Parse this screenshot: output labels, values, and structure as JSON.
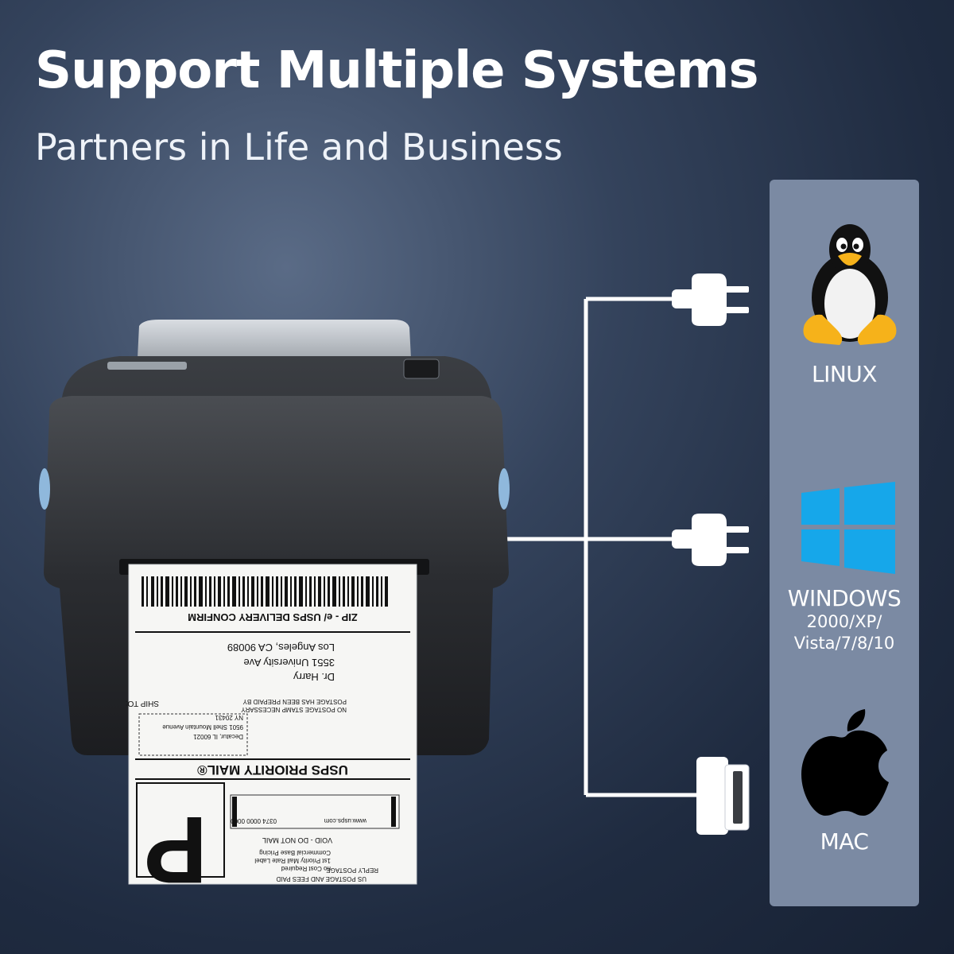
{
  "headline": "Support Multiple Systems",
  "subheadline": "Partners in Life and Business",
  "os_list": [
    {
      "name": "LINUX",
      "icon": "tux-penguin-icon"
    },
    {
      "name": "WINDOWS",
      "versions_line1": "2000/XP/",
      "versions_line2": "Vista/7/8/10",
      "icon": "windows-logo-icon"
    },
    {
      "name": "MAC",
      "icon": "apple-logo-icon"
    }
  ],
  "shipping_label": {
    "top_line": "ZIP - e/ USPS DELIVERY CONFIRM",
    "ship_to": "SHIP TO:",
    "notice1": "POSTAGE HAS BEEN PREPAID BY",
    "notice2": "NO POSTAGE STAMP NECESSARY",
    "name": "Dr. Harry",
    "street": "3551 University Ave",
    "city": "Los Angeles, CA 90089",
    "from1": "Decatur, IL 60021",
    "from2": "9501 Shell Mountain Avenue",
    "from3": "NY 20431",
    "priority": "USPS PRIORITY MAIL®",
    "big_letter": "P",
    "void": "VOID - DO NOT MAIL",
    "line_a": "www.usps.com",
    "line_b": "0374 0000 0000",
    "line_c": "Commercial Base Pricing",
    "line_d": "1st Priority Mail Rate Label",
    "line_e": "no Cost Required",
    "line_f": "REPLY POSTAGE",
    "line_g": "US POSTAGE AND FEES PAID"
  },
  "colors": {
    "panel": "#7b8aa3",
    "cable": "#ffffff",
    "windows_blue": "#16a7ea",
    "tux_yellow": "#f6b21a"
  }
}
